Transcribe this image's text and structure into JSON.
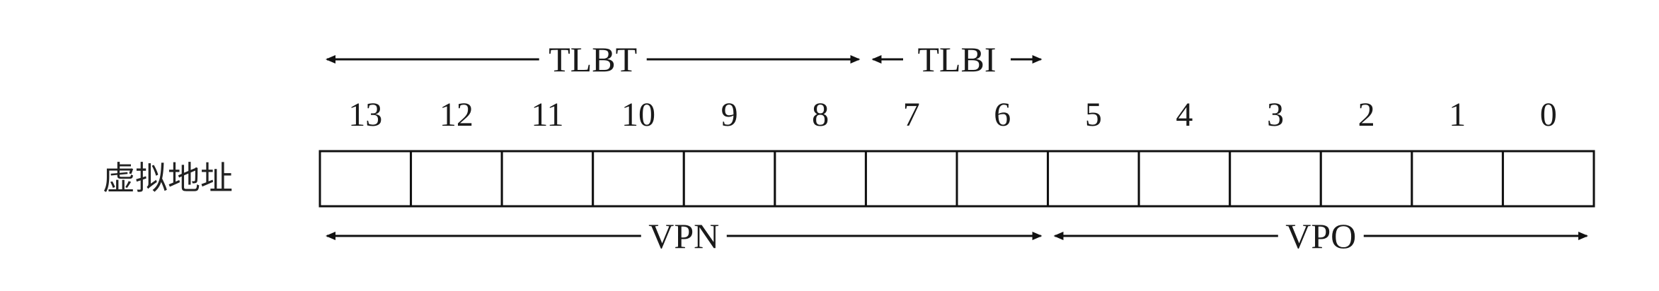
{
  "diagram": {
    "row_label": "虚拟地址",
    "bits": [
      "13",
      "12",
      "11",
      "10",
      "9",
      "8",
      "7",
      "6",
      "5",
      "4",
      "3",
      "2",
      "1",
      "0"
    ],
    "top_fields": [
      {
        "label": "TLBT",
        "from_bit": 13,
        "to_bit": 8
      },
      {
        "label": "TLBI",
        "from_bit": 7,
        "to_bit": 6
      }
    ],
    "bottom_fields": [
      {
        "label": "VPN",
        "from_bit": 13,
        "to_bit": 6
      },
      {
        "label": "VPO",
        "from_bit": 5,
        "to_bit": 0
      }
    ],
    "colors": {
      "ink": "#111111",
      "background": "#ffffff"
    }
  }
}
